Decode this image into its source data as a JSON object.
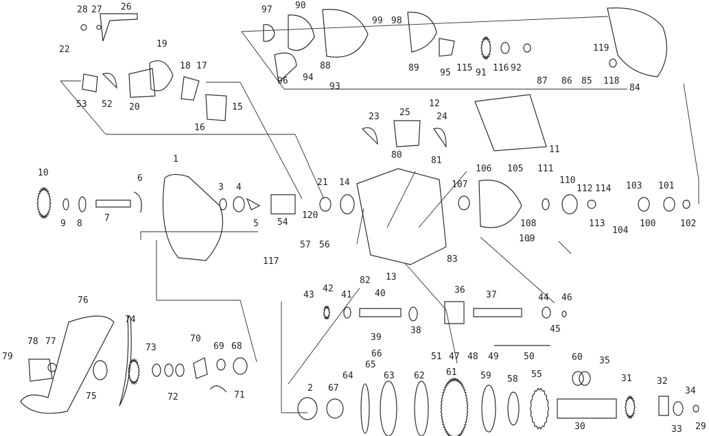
{
  "labels": [
    "28",
    "27",
    "26",
    "97",
    "90",
    "99",
    "98",
    "22",
    "19",
    "88",
    "89",
    "95",
    "115",
    "91",
    "116",
    "92",
    "87",
    "86",
    "85",
    "119",
    "118",
    "84",
    "96",
    "94",
    "93",
    "53",
    "52",
    "20",
    "18",
    "17",
    "15",
    "16",
    "12",
    "25",
    "23",
    "24",
    "11",
    "80",
    "81",
    "106",
    "105",
    "111",
    "110",
    "112",
    "114",
    "103",
    "101",
    "10",
    "9",
    "8",
    "7",
    "6",
    "1",
    "3",
    "4",
    "5",
    "54",
    "21",
    "14",
    "107",
    "108",
    "113",
    "104",
    "100",
    "102",
    "120",
    "109",
    "117",
    "57",
    "56",
    "82",
    "13",
    "83",
    "43",
    "42",
    "41",
    "40",
    "36",
    "37",
    "44",
    "46",
    "45",
    "39",
    "38",
    "51",
    "47",
    "48",
    "49",
    "50",
    "76",
    "74",
    "78",
    "77",
    "79",
    "73",
    "72",
    "70",
    "69",
    "68",
    "71",
    "75",
    "66",
    "65",
    "64",
    "63",
    "62",
    "61",
    "59",
    "58",
    "55",
    "60",
    "35",
    "31",
    "32",
    "34",
    "2",
    "67",
    "30",
    "33",
    "29"
  ]
}
